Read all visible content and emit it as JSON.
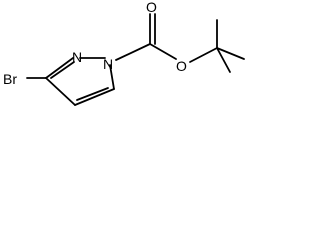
{
  "molecule": {
    "atoms": {
      "br": "Br",
      "n2": "N",
      "n1": "N",
      "o_carbonyl": "O",
      "o_ester": "O"
    },
    "colors": {
      "ink": "#000000",
      "background": "#ffffff"
    }
  }
}
